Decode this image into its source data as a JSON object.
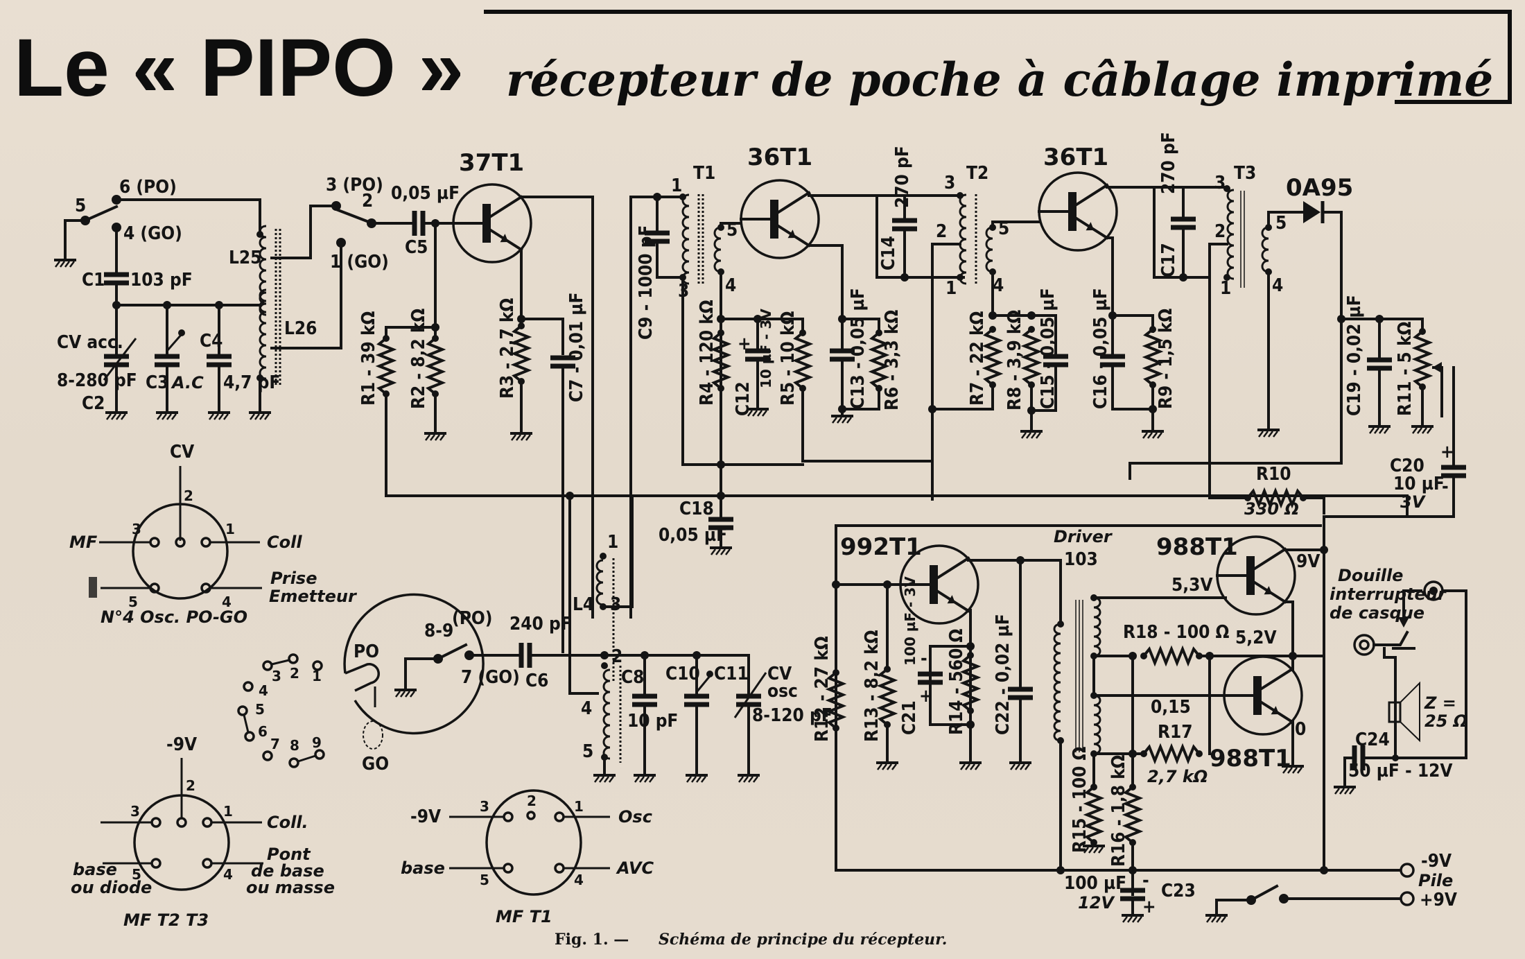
{
  "header": {
    "title": "Le « PIPO »",
    "subtitle": "récepteur de poche à câblage imprimé"
  },
  "caption": {
    "fig": "Fig. 1. —",
    "text": "Schéma de principe du récepteur."
  },
  "transistors": {
    "q1": "37T1",
    "q2": "36T1",
    "q3": "36T1",
    "q4": "992T1",
    "q5": "988T1",
    "q6": "988T1"
  },
  "diode": "0A95",
  "input_stage": {
    "sw_pin5": "5",
    "sw_pin6": "6 (PO)",
    "sw_pin4": "4 (GO)",
    "sw_pin3": "3 (PO)",
    "sw_pin2": "2",
    "sw_pin1": "1 (GO)",
    "c1": "C1",
    "c1_val": "103 pF",
    "cv_acc": "CV acc.",
    "c2_val": "8-280 pF",
    "c2": "C2",
    "c3": "C3",
    "c3_val": "A.C",
    "c4": "C4",
    "c4_val": "4,7 pF",
    "l25": "L25",
    "l26": "L26",
    "c5": "C5",
    "c5_val": "0,05 µF",
    "r1": "R1 - 39 kΩ",
    "r2": "R2 - 8,2 kΩ",
    "r3": "R3 - 2,7 kΩ",
    "c7": "C7 - 0,01 µF"
  },
  "if_stage1": {
    "t1": "T1",
    "c9": "C9 - 1000 pF",
    "pin1": "1",
    "pin3": "3",
    "pin5": "5",
    "pin4": "4",
    "r4": "R4 - 120 kΩ",
    "c12": "C12",
    "c12_val": "10 µF - 3V",
    "c12_pol": "+",
    "r5": "R5 - 10 kΩ",
    "c13": "C13 - 0,05 µF",
    "r6": "R6 - 3,3 kΩ",
    "c14": "C14",
    "c14_val": "270 pF"
  },
  "if_stage2": {
    "t2": "T2",
    "pin3": "3",
    "pin2": "2",
    "pin1": "1",
    "pin5": "5",
    "pin4": "4",
    "r7": "R7 - 22 kΩ",
    "r8": "R8 - 3,9 kΩ",
    "c15": "C15 - 0,05 µF",
    "c16": "C16 - 0,05 µF",
    "r9": "R9 - 1,5 kΩ",
    "c17": "C17",
    "c17_val": "270 pF"
  },
  "detector": {
    "t3": "T3",
    "pin3": "3",
    "pin2": "2",
    "pin1": "1",
    "pin5": "5",
    "pin4": "4",
    "c19": "C19 - 0,02 µF",
    "r11": "R11 - 5 kΩ",
    "r10": "R10",
    "r10_val": "330 Ω",
    "c20": "C20",
    "c20_val1": "10 µF",
    "c20_val2": "3V",
    "c20_plus": "+",
    "c20_minus": "-"
  },
  "oscillator": {
    "c18": "C18",
    "c18_val": "0,05 µF",
    "l4": "L4",
    "l4_pin1": "1",
    "l4_pin3": "3",
    "l4_pin2": "2",
    "l4_pin4": "4",
    "l4_pin5": "5",
    "sw_89": "8-9",
    "sw_po": "(PO)",
    "sw_7": "7 (GO)",
    "c6": "C6",
    "c6_val": "240 pF",
    "c8": "C8",
    "c8_val": "10 pF",
    "c10": "C10",
    "c11": "C11",
    "cv_osc": "CV",
    "cv_osc2": "osc",
    "c11_val": "8-120 pF"
  },
  "audio": {
    "driver": "Driver",
    "driver_num": "103",
    "r12": "R12 - 27 kΩ",
    "r13": "R13 - 8,2 kΩ",
    "c21": "C21",
    "c21_val": "100 µF - 3V",
    "r14": "R14 - 560 Ω",
    "c22": "C22 - 0,02 µF",
    "v53": "5,3V",
    "v9": "9V",
    "r18": "R18 - 100 Ω",
    "v52": "5,2V",
    "v015": "0,15",
    "v0": "0",
    "r17": "R17",
    "r17_val": "2,7 kΩ",
    "r15": "R15 - 100 Ω",
    "r16": "R16 - 1,8 kΩ",
    "c23": "C23",
    "c23_val1": "100 µF",
    "c23_val2": "12V",
    "c24": "C24",
    "c24_val": "50 µF - 12V",
    "jack1": "Douille",
    "jack2": "interrupteur",
    "jack3": "de casque",
    "spk1": "Z =",
    "spk2": "25 Ω",
    "batt_neg": "-9V",
    "batt_label": "Pile",
    "batt_pos": "+9V"
  },
  "socket_osc": {
    "top": "CV",
    "p1": "1",
    "p2": "2",
    "p3": "3",
    "p4": "4",
    "p5": "5",
    "left": "MF",
    "right": "Coll",
    "right2a": "Prise",
    "right2b": "Emetteur",
    "title": "N°4 Osc. PO-GO"
  },
  "socket_switch": {
    "p1": "1",
    "p2": "2",
    "p3": "3",
    "p4": "4",
    "p5": "5",
    "p6": "6",
    "p7": "7",
    "p8": "8",
    "p9": "9",
    "po": "PO",
    "go": "GO"
  },
  "socket_mf23": {
    "top": "-9V",
    "p1": "1",
    "p2": "2",
    "p3": "3",
    "p4": "4",
    "p5": "5",
    "right": "Coll.",
    "left_a": "base",
    "left_b": "ou diode",
    "right_a": "Pont",
    "right_b": "de base",
    "right_c": "ou masse",
    "title": "MF T2 T3"
  },
  "socket_mf1": {
    "left_top": "-9V",
    "left_bottom": "base",
    "p1": "1",
    "p2": "2",
    "p3": "3",
    "p4": "4",
    "p5": "5",
    "right_top": "Osc",
    "right_bottom": "AVC",
    "title": "MF T1"
  }
}
